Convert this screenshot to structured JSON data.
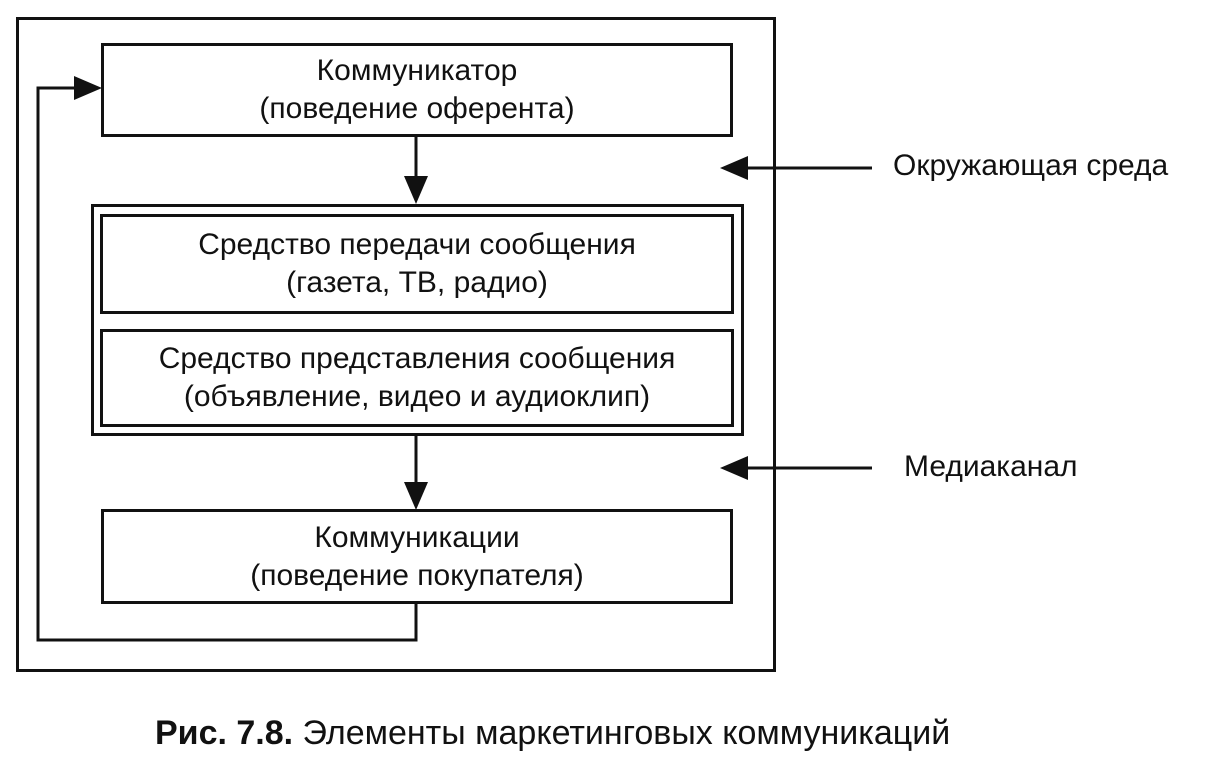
{
  "diagram": {
    "communicator": {
      "title": "Коммуникатор",
      "subtitle": "(поведение оферента)"
    },
    "media_channel_group": {
      "transmission": {
        "title": "Средство передачи сообщения",
        "subtitle": "(газета, ТВ, радио)"
      },
      "presentation": {
        "title": "Средство представления сообщения",
        "subtitle": "(объявление, видео и аудиоклип)"
      }
    },
    "communications": {
      "title": "Коммуникации",
      "subtitle": "(поведение покупателя)"
    },
    "labels": {
      "environment": "Окружающая среда",
      "media_channel": "Медиаканал"
    }
  },
  "caption": {
    "number": "Рис. 7.8.",
    "text": "Элементы маркетинговых коммуникаций"
  }
}
